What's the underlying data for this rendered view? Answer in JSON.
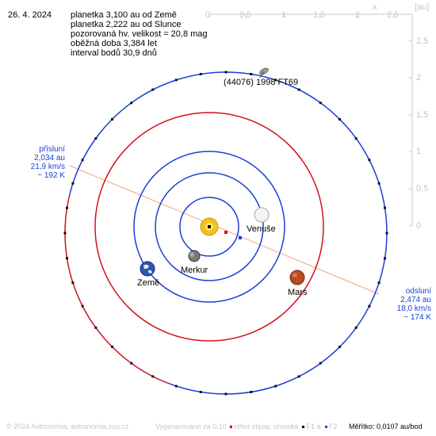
{
  "date": "26. 4. 2024",
  "info": {
    "line1": "planetka 3,100 au od Země",
    "line2": "planetka 2,222 au od Slunce",
    "line3": "pozorovaná hv. velikost = 20,8 mag",
    "line4": "oběžná doba 3,384 let",
    "line5": "interval bodů 30,9 dnů"
  },
  "asteroid_label": "(44076) 1998 FT69",
  "planets": {
    "venus": "Venuše",
    "earth": "Země",
    "mercury": "Merkur",
    "mars": "Mars"
  },
  "perihelion": {
    "title": "přísluní",
    "distance": "2,034 au",
    "speed": "21,9 km/s",
    "temp": "~ 192 K"
  },
  "aphelion": {
    "title": "odsluní",
    "distance": "2,474 au",
    "speed": "18,0 km/s",
    "temp": "~ 174 K"
  },
  "scale": {
    "x_unit": "x",
    "y_unit": "[au]",
    "ticks_x": [
      "0",
      "0,5",
      "1",
      "1,5",
      "2",
      "2,5"
    ],
    "ticks_y": [
      "2,5",
      "2",
      "1,5",
      "1",
      "0,5",
      "0"
    ]
  },
  "footer": {
    "copyright": "© 2024 Astronomia, astronomia.zcu.cz",
    "generated": "Vygenerováno za 0,10 s",
    "legend_center": "střed elipsy, ohniska",
    "legend_f1": "F1 a",
    "legend_f2": "F2",
    "scale_text": "Měřítko: 0,0107 au/bod"
  },
  "colors": {
    "planet_orbit": "#1a3fd8",
    "asteroid_orbit": "#d0101a",
    "apsis_line": "#f4a37c",
    "axis": "#c8c8c8",
    "label_blue": "#1a3fd8"
  }
}
